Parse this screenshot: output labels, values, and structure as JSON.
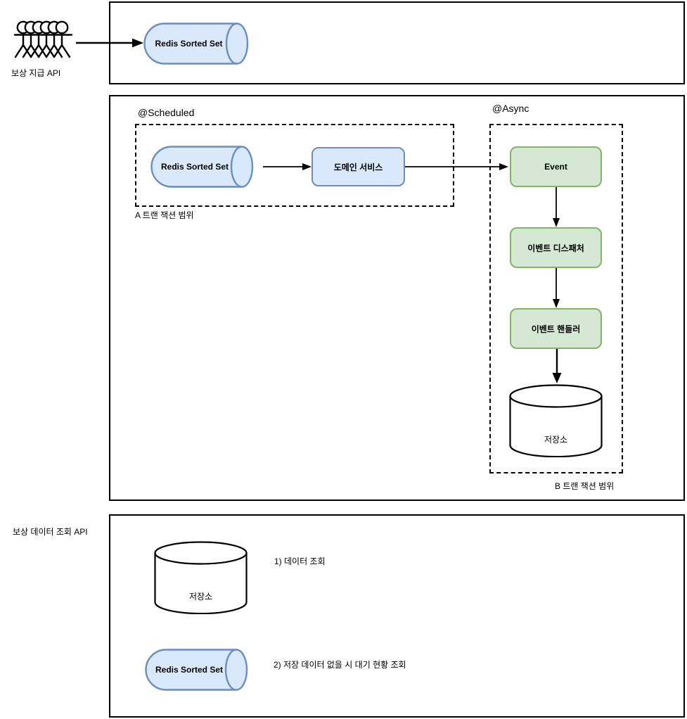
{
  "diagram": {
    "title_hidden": "",
    "colors": {
      "blue_fill": "#dae8fc",
      "blue_stroke": "#6c8ebf",
      "green_fill": "#d5e8d4",
      "green_stroke": "#82b366",
      "panel_stroke": "#000000",
      "white_fill": "#ffffff"
    },
    "panels": {
      "top": {
        "name": "reward-payment-panel",
        "external_actor_label": "보상 지급 API",
        "node_redis": "Redis Sorted Set"
      },
      "middle": {
        "name": "scheduled-async-panel",
        "scheduled_label": "@Scheduled",
        "async_label": "@Async",
        "scope_a_label": "A 트랜 잭션 범위",
        "scope_b_label": "B 트랜 잭션 범위",
        "node_redis": "Redis Sorted Set",
        "node_domain_service": "도메인 서비스",
        "node_event": "Event",
        "node_event_dispatcher": "이벤트 디스패처",
        "node_event_handler": "이벤트 핸들러",
        "node_storage": "저장소"
      },
      "bottom": {
        "name": "reward-data-query-panel",
        "external_actor_label": "보상 데이터 조회 API",
        "node_storage": "저장소",
        "node_redis": "Redis Sorted Set",
        "step_1": "1) 데이터 조회",
        "step_2": "2) 저장 데이터 없을 시 대기 현황 조회"
      }
    },
    "icons": {
      "people_group": "people-group-icon",
      "arrow_right": "arrow-right-icon",
      "arrow_down": "arrow-down-icon"
    }
  }
}
